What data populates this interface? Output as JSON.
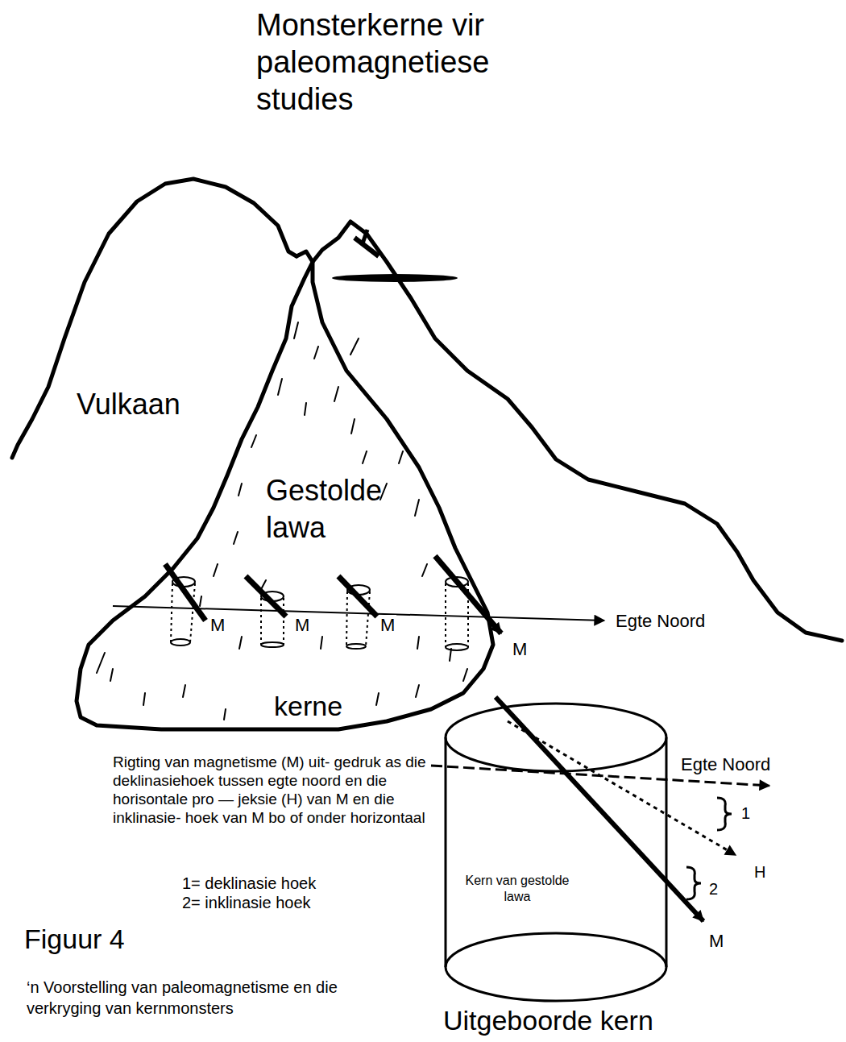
{
  "diagram": {
    "title": "Monsterkerne vir paleomagnetiese studies",
    "caption": "‘n Voorstelling van paleomagnetisme en die verkryging van kernmonsters",
    "nodes": [
      {
        "text": [
          "Vulkaan"
        ]
      },
      {
        "text": [
          "Gestolde lawa",
          "kerne"
        ],
        "in": 0
      },
      {
        "text": [
          "Kern van gestolde lawa",
          "Uitgeboorde kern"
        ]
      }
    ],
    "labels": [
      "M",
      "M",
      "M",
      "M",
      "Egte Noord",
      "Rigting van magnetisme (M) uit- gedruk as die deklinasiehoek tussen egte noord en die horisontale pro — jeksie (H) van M en die inklinasie- hoek van M bo of onder horizontaal",
      "1= deklinasie hoek",
      "2= inklinasie hoek",
      "Figuur 4",
      "Egte Noord",
      "1",
      "H",
      "2",
      "M"
    ]
  }
}
